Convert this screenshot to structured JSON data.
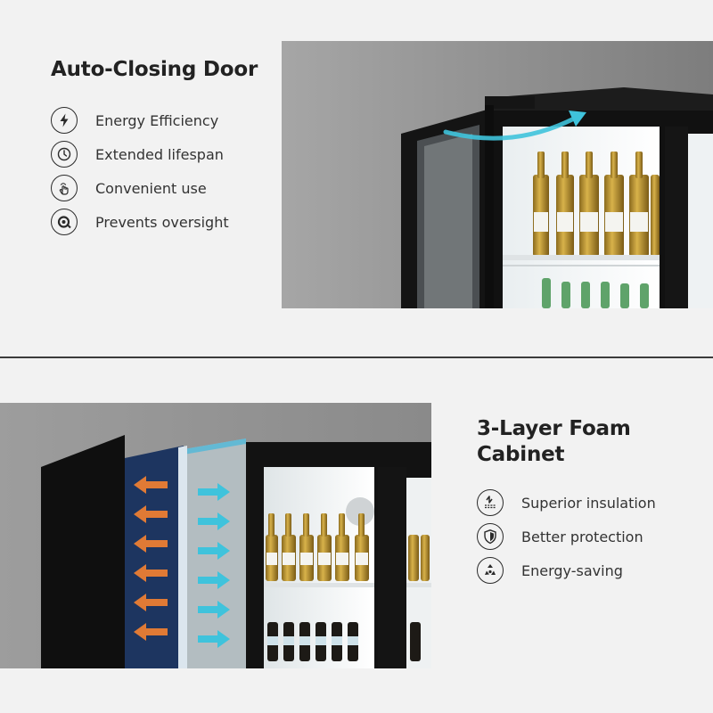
{
  "top": {
    "title": "Auto-Closing Door",
    "features": [
      {
        "label": "Energy Efficiency",
        "icon": "lightning-icon"
      },
      {
        "label": "Extended lifespan",
        "icon": "clock-icon"
      },
      {
        "label": "Convenient use",
        "icon": "hand-touch-icon"
      },
      {
        "label": "Prevents oversight",
        "icon": "door-closing-icon"
      }
    ]
  },
  "bottom": {
    "title_line1": "3-Layer Foam",
    "title_line2": "Cabinet",
    "features": [
      {
        "label": "Superior insulation",
        "icon": "thermometer-icon"
      },
      {
        "label": "Better protection",
        "icon": "shield-icon"
      },
      {
        "label": "Energy-saving",
        "icon": "eco-recycle-icon"
      }
    ]
  },
  "colors": {
    "background": "#f2f2f2",
    "text": "#2a2a2a",
    "divider": "#3b3b3b",
    "arrow_warm": "#e07a35",
    "arrow_cool": "#3fc3dc",
    "foam_blue": "#1d3560"
  }
}
